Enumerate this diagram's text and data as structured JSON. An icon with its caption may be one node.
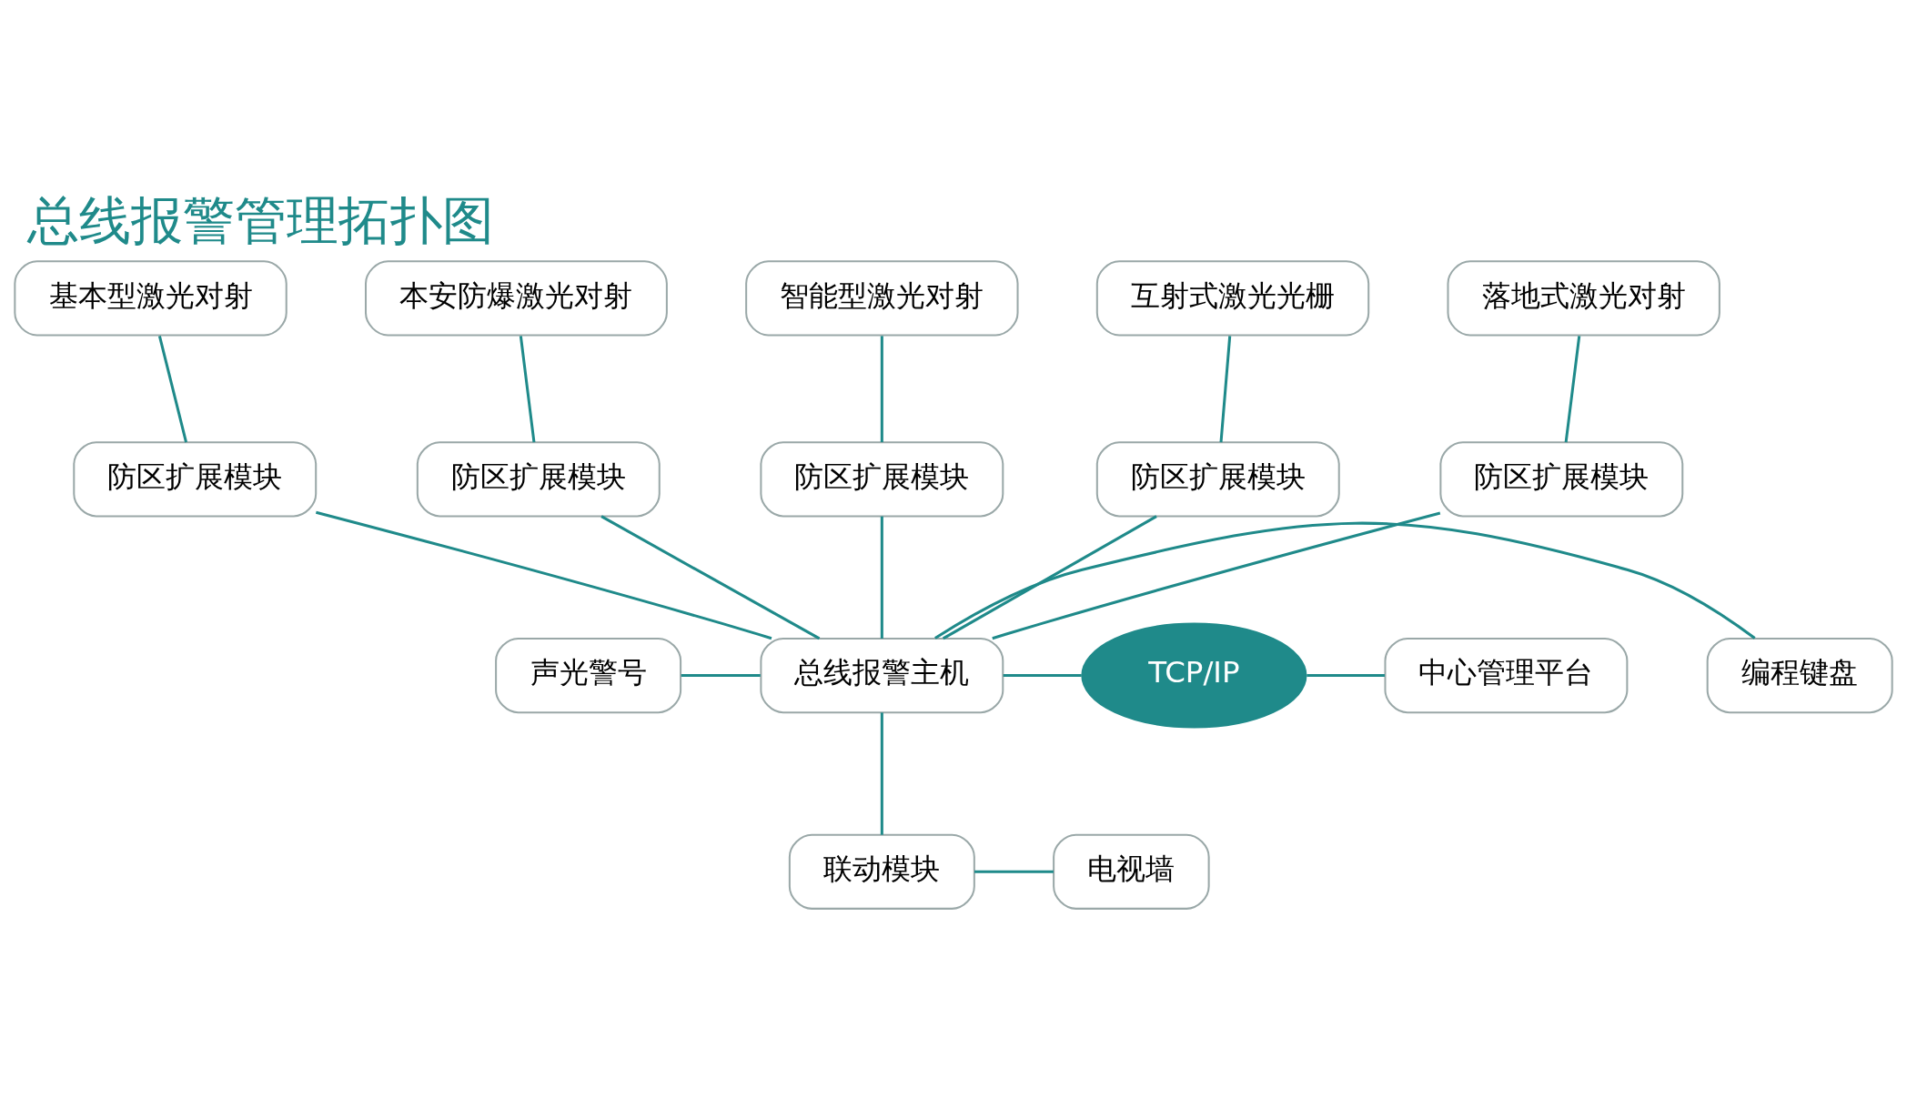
{
  "diagram": {
    "title": "总线报警管理拓扑图",
    "nodes": [
      {
        "text": [
          "基本型激光对射"
        ]
      },
      {
        "text": [
          "本安防爆激光对射"
        ]
      },
      {
        "text": [
          "智能型激光对射"
        ]
      },
      {
        "text": [
          "互射式激光光栅"
        ]
      },
      {
        "text": [
          "落地式激光对射"
        ]
      },
      {
        "text": [
          "防区扩展模块"
        ]
      },
      {
        "text": [
          "防区扩展模块"
        ]
      },
      {
        "text": [
          "防区扩展模块"
        ]
      },
      {
        "text": [
          "防区扩展模块"
        ]
      },
      {
        "text": [
          "防区扩展模块"
        ]
      },
      {
        "text": [
          "联动模块"
        ]
      },
      {
        "text": [
          "电视墙"
        ]
      },
      {
        "text": [
          "声光警号"
        ]
      },
      {
        "text": [
          "总线报警主机"
        ]
      },
      {
        "text": [
          "编程键盘"
        ]
      },
      {
        "text": [
          "TCP/IP"
        ]
      },
      {
        "text": [
          "中心管理平台"
        ]
      }
    ],
    "edges": [
      {
        "from": 0,
        "to": 5,
        "arrow": "none"
      },
      {
        "from": 1,
        "to": 6,
        "arrow": "none"
      },
      {
        "from": 2,
        "to": 7,
        "arrow": "none"
      },
      {
        "from": 3,
        "to": 8,
        "arrow": "none"
      },
      {
        "from": 4,
        "to": 9,
        "arrow": "none"
      },
      {
        "from": 5,
        "to": 13,
        "arrow": "none"
      },
      {
        "from": 6,
        "to": 13,
        "arrow": "none"
      },
      {
        "from": 7,
        "to": 13,
        "arrow": "none"
      },
      {
        "from": 8,
        "to": 13,
        "arrow": "none"
      },
      {
        "from": 9,
        "to": 13,
        "arrow": "none"
      },
      {
        "from": 10,
        "to": 11,
        "arrow": "none"
      },
      {
        "from": 13,
        "to": 10,
        "arrow": "none"
      },
      {
        "from": 12,
        "to": 13,
        "arrow": "none"
      },
      {
        "from": 13,
        "to": 14,
        "arrow": "none"
      },
      {
        "from": 13,
        "to": 15,
        "arrow": "none"
      },
      {
        "from": 15,
        "to": 16,
        "arrow": "none"
      }
    ]
  }
}
